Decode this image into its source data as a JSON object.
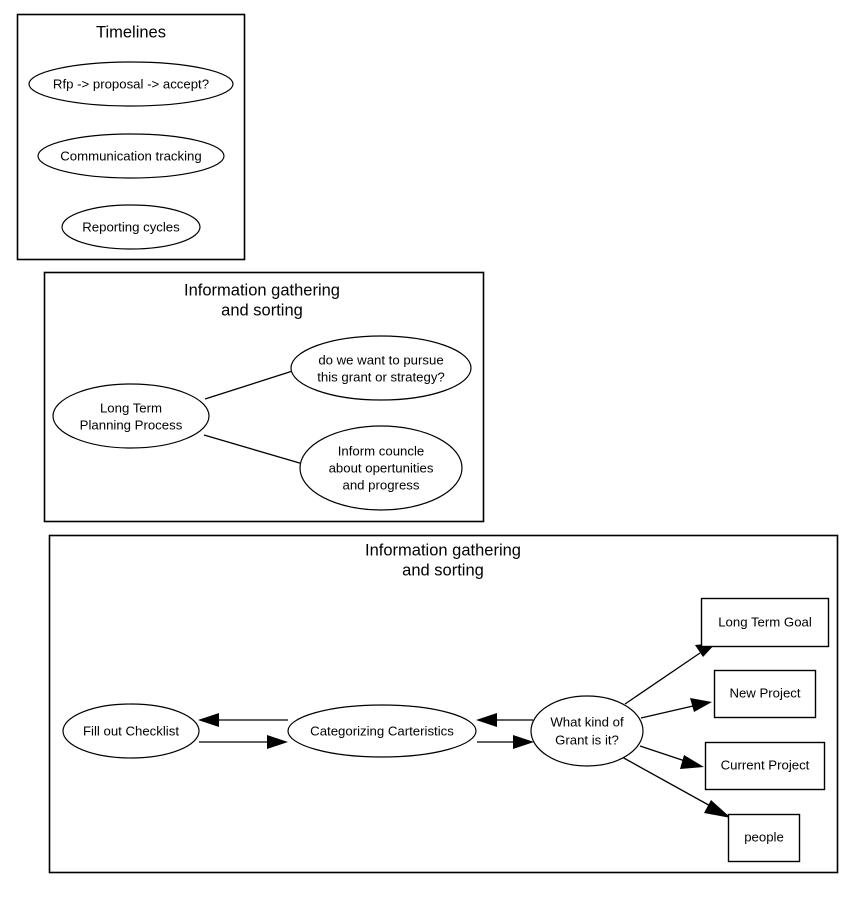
{
  "document": {
    "kind": "flowchart-diagram",
    "background_color": "#ffffff",
    "line_color": "#000000",
    "text_color": "#000000"
  },
  "panels": [
    {
      "id": "timelines",
      "title": "Timelines",
      "nodes": [
        {
          "id": "rfp",
          "shape": "ellipse",
          "label": "Rfp -> proposal -> accept?"
        },
        {
          "id": "communication-tracking",
          "shape": "ellipse",
          "label": "Communication tracking"
        },
        {
          "id": "reporting-cycles",
          "shape": "ellipse",
          "label": "Reporting cycles"
        }
      ]
    },
    {
      "id": "information-gathering-and-sorting-1",
      "title_line1": "Information gathering",
      "title_line2": "and sorting",
      "nodes": [
        {
          "id": "long-term-planning-process",
          "shape": "ellipse",
          "label_line1": "Long Term",
          "label_line2": "Planning Process"
        },
        {
          "id": "pursue-grant-question",
          "shape": "ellipse",
          "label_line1": "do we want to pursue",
          "label_line2": "this grant or strategy?"
        },
        {
          "id": "inform-councle",
          "shape": "ellipse",
          "label_line1": "Inform councle",
          "label_line2": "about opertunities",
          "label_line3": "and progress"
        }
      ],
      "edges": [
        {
          "from": "long-term-planning-process",
          "to": "pursue-grant-question",
          "arrow": "none"
        },
        {
          "from": "long-term-planning-process",
          "to": "inform-councle",
          "arrow": "none"
        }
      ]
    },
    {
      "id": "information-gathering-and-sorting-2",
      "title_line1": "Information gathering",
      "title_line2": "and sorting",
      "nodes": [
        {
          "id": "fill-out-checklist",
          "shape": "ellipse",
          "label": "Fill out Checklist"
        },
        {
          "id": "categorizing-carteristics",
          "shape": "ellipse",
          "label": "Categorizing Carteristics"
        },
        {
          "id": "what-kind-of-grant",
          "shape": "ellipse",
          "label_line1": "What kind of",
          "label_line2": "Grant is it?"
        },
        {
          "id": "long-term-goal",
          "shape": "rect",
          "label": "Long Term Goal"
        },
        {
          "id": "new-project",
          "shape": "rect",
          "label": "New Project"
        },
        {
          "id": "current-project",
          "shape": "rect",
          "label": "Current Project"
        },
        {
          "id": "people",
          "shape": "rect",
          "label": "people"
        }
      ],
      "edges": [
        {
          "from": "categorizing-carteristics",
          "to": "fill-out-checklist",
          "arrow": "end"
        },
        {
          "from": "fill-out-checklist",
          "to": "categorizing-carteristics",
          "arrow": "end"
        },
        {
          "from": "what-kind-of-grant",
          "to": "categorizing-carteristics",
          "arrow": "end"
        },
        {
          "from": "categorizing-carteristics",
          "to": "what-kind-of-grant",
          "arrow": "end"
        },
        {
          "from": "what-kind-of-grant",
          "to": "long-term-goal",
          "arrow": "end"
        },
        {
          "from": "what-kind-of-grant",
          "to": "new-project",
          "arrow": "end"
        },
        {
          "from": "what-kind-of-grant",
          "to": "current-project",
          "arrow": "end"
        },
        {
          "from": "what-kind-of-grant",
          "to": "people",
          "arrow": "end"
        }
      ]
    }
  ]
}
